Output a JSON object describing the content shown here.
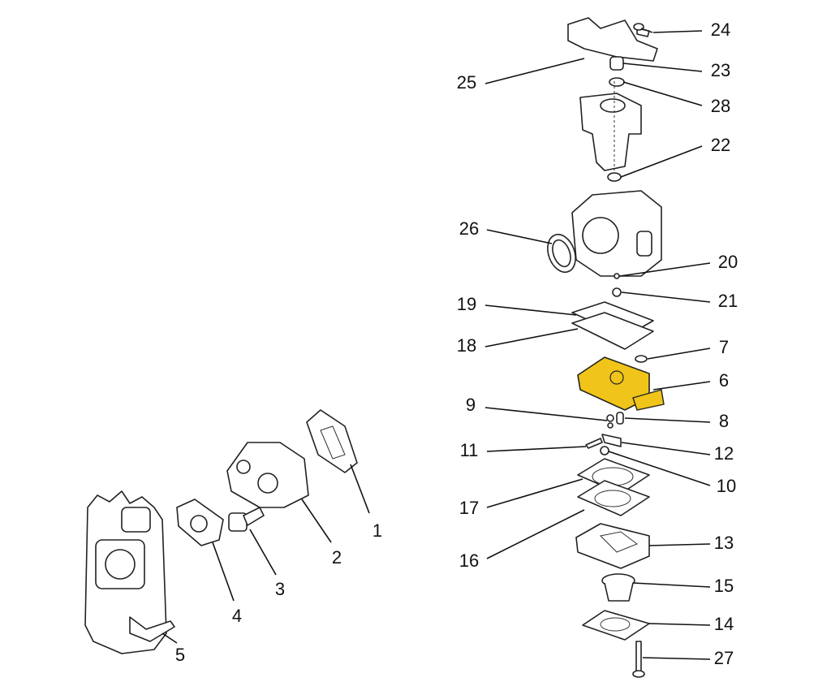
{
  "diagram": {
    "type": "exploded-parts-diagram",
    "highlight_color": "#f0c419",
    "highlighted_part": "6",
    "labels": [
      "24",
      "23",
      "25",
      "28",
      "22",
      "26",
      "20",
      "21",
      "19",
      "18",
      "7",
      "6",
      "9",
      "8",
      "11",
      "12",
      "10",
      "17",
      "16",
      "13",
      "15",
      "14",
      "27",
      "1",
      "2",
      "3",
      "4",
      "5"
    ]
  }
}
